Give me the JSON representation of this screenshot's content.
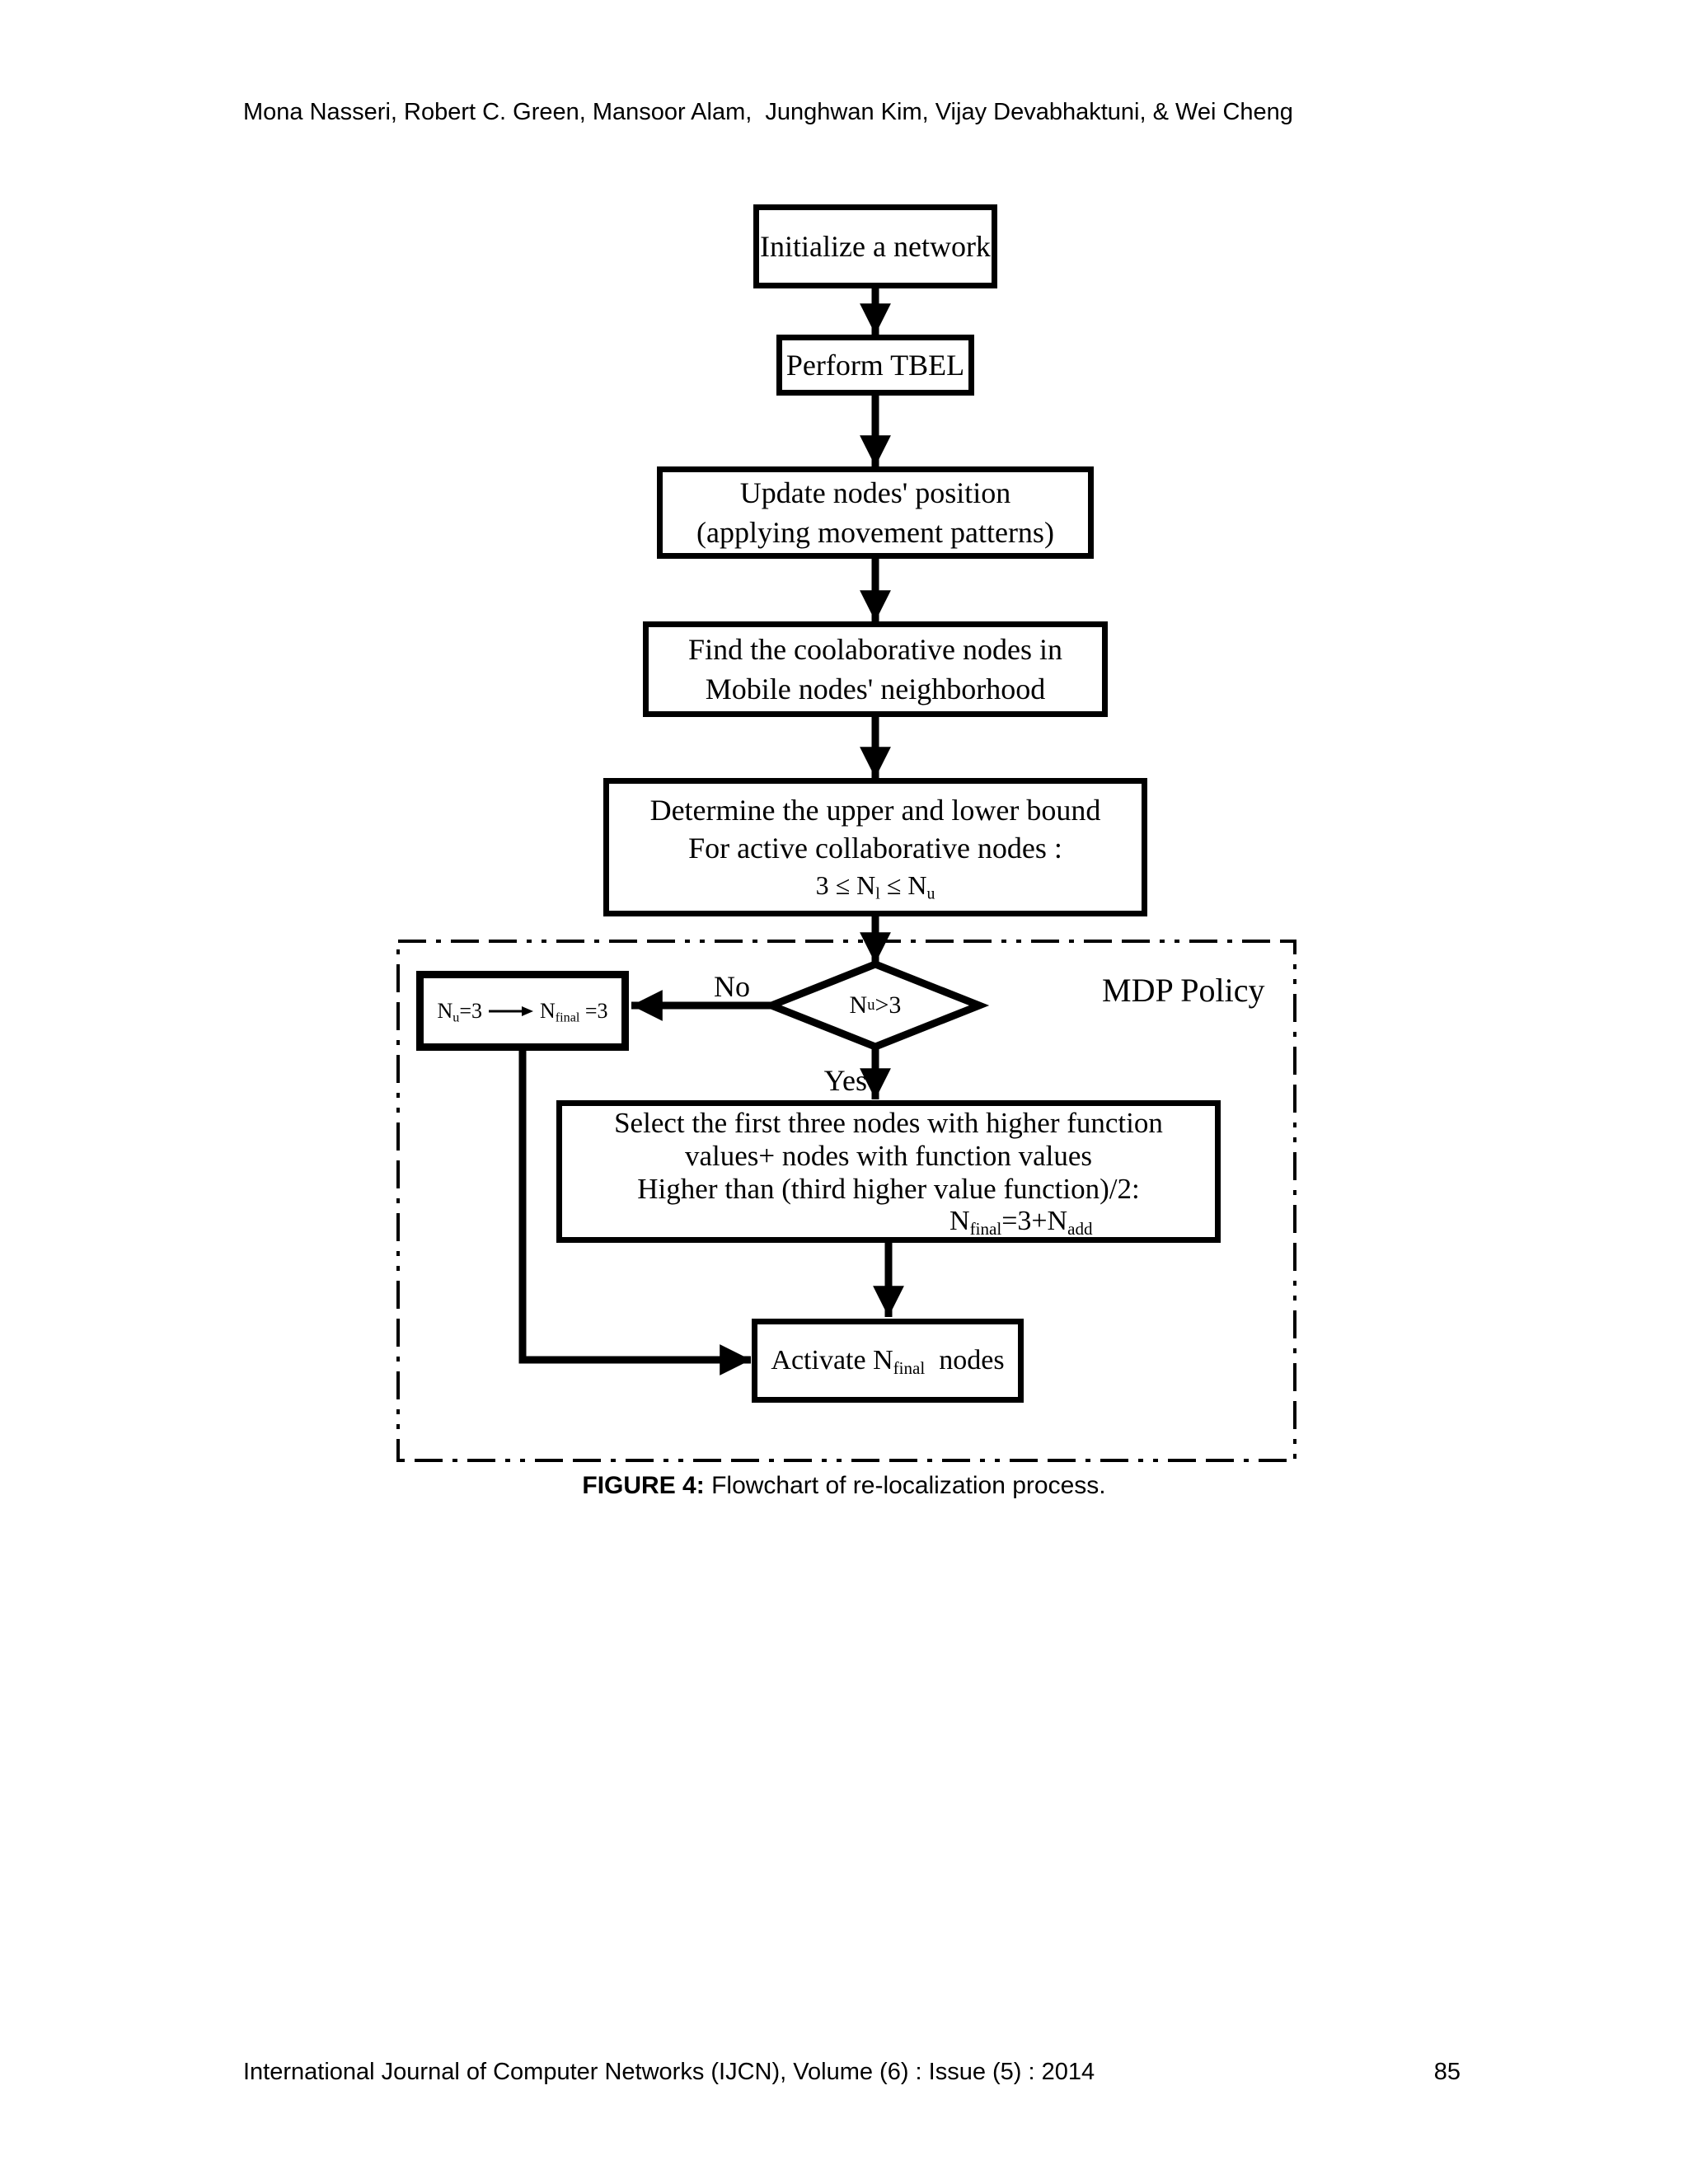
{
  "page": {
    "header": "Mona Nasseri, Robert C. Green, Mansoor Alam,  Junghwan Kim, Vijay Devabhaktuni, & Wei Cheng",
    "caption": {
      "prefix": "FIGURE 4:",
      "text": " Flowchart of re-localization process."
    },
    "footer": {
      "left": "International Journal of Computer Networks (IJCN), Volume (6) : Issue (5) : 2014",
      "page_number": "85"
    }
  },
  "flowchart": {
    "region_label": "MDP Policy",
    "branch_labels": {
      "no": "No",
      "yes": "Yes"
    },
    "colors": {
      "ink": "#000000",
      "paper": "#ffffff"
    },
    "nodes": {
      "init": {
        "label": "Initialize a network"
      },
      "tbel": {
        "label": "Perform TBEL"
      },
      "update": {
        "lines": [
          "Update nodes' position",
          "(applying movement patterns)"
        ]
      },
      "find": {
        "lines": [
          "Find the coolaborative nodes in",
          "Mobile nodes' neighborhood"
        ]
      },
      "bounds": {
        "lines": [
          "Determine the upper and lower bound",
          "For active collaborative nodes :"
        ],
        "formula": [
          {
            "t": "3 ≤ N"
          },
          {
            "sub": "l"
          },
          {
            "t": " ≤ N"
          },
          {
            "sub": "u"
          }
        ]
      },
      "decision": {
        "condition": [
          {
            "t": "N"
          },
          {
            "sub": "u"
          },
          {
            "t": ">3"
          }
        ]
      },
      "fallback": {
        "left_expr": [
          {
            "t": "N"
          },
          {
            "sub": "u"
          },
          {
            "t": "=3"
          }
        ],
        "right_expr": [
          {
            "t": "N"
          },
          {
            "sub": "final"
          },
          {
            "t": " =3"
          }
        ]
      },
      "select": {
        "lines": [
          "Select the first three nodes with higher function",
          "values+ nodes with function values",
          "Higher than (third higher value function)/2:"
        ],
        "formula": [
          {
            "t": "N"
          },
          {
            "sub": "final"
          },
          {
            "t": "=3+N"
          },
          {
            "sub": "add"
          }
        ]
      },
      "activate": {
        "label": [
          {
            "t": "Activate N"
          },
          {
            "sub": "final"
          },
          {
            "t": "  nodes"
          }
        ]
      }
    }
  }
}
